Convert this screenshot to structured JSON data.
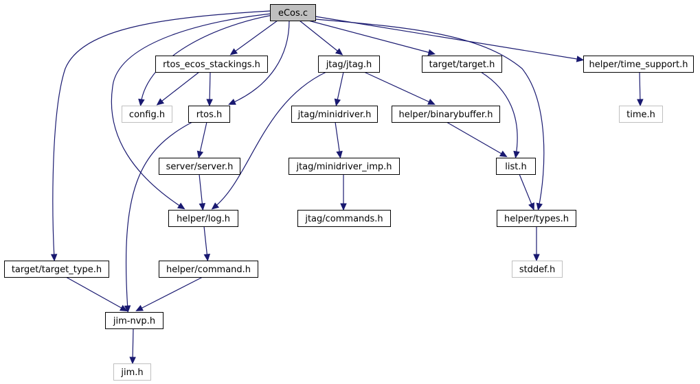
{
  "diagram": {
    "title": "eCos.c",
    "colors": {
      "edge": "#191970",
      "root_fill": "#bfbfbf",
      "node_border": "#000000",
      "external_border": "#bfbfbf",
      "background": "#ffffff"
    },
    "nodes": [
      {
        "id": "ecos_c",
        "label": "eCos.c",
        "kind": "root"
      },
      {
        "id": "rtos_ecos_stackings_h",
        "label": "rtos_ecos_stackings.h",
        "kind": "file"
      },
      {
        "id": "jtag_jtag_h",
        "label": "jtag/jtag.h",
        "kind": "file"
      },
      {
        "id": "target_target_h",
        "label": "target/target.h",
        "kind": "file"
      },
      {
        "id": "helper_time_support_h",
        "label": "helper/time_support.h",
        "kind": "file"
      },
      {
        "id": "config_h",
        "label": "config.h",
        "kind": "external"
      },
      {
        "id": "rtos_h",
        "label": "rtos.h",
        "kind": "file"
      },
      {
        "id": "jtag_minidriver_h",
        "label": "jtag/minidriver.h",
        "kind": "file"
      },
      {
        "id": "helper_binarybuffer_h",
        "label": "helper/binarybuffer.h",
        "kind": "file"
      },
      {
        "id": "time_h",
        "label": "time.h",
        "kind": "external"
      },
      {
        "id": "server_server_h",
        "label": "server/server.h",
        "kind": "file"
      },
      {
        "id": "jtag_minidriver_imp_h",
        "label": "jtag/minidriver_imp.h",
        "kind": "file"
      },
      {
        "id": "list_h",
        "label": "list.h",
        "kind": "file"
      },
      {
        "id": "helper_log_h",
        "label": "helper/log.h",
        "kind": "file"
      },
      {
        "id": "jtag_commands_h",
        "label": "jtag/commands.h",
        "kind": "file"
      },
      {
        "id": "helper_types_h",
        "label": "helper/types.h",
        "kind": "file"
      },
      {
        "id": "target_target_type_h",
        "label": "target/target_type.h",
        "kind": "file"
      },
      {
        "id": "helper_command_h",
        "label": "helper/command.h",
        "kind": "file"
      },
      {
        "id": "stddef_h",
        "label": "stddef.h",
        "kind": "external"
      },
      {
        "id": "jim_nvp_h",
        "label": "jim-nvp.h",
        "kind": "file"
      },
      {
        "id": "jim_h",
        "label": "jim.h",
        "kind": "external"
      }
    ],
    "edges": [
      {
        "from": "ecos_c",
        "to": "rtos_ecos_stackings_h"
      },
      {
        "from": "ecos_c",
        "to": "jtag_jtag_h"
      },
      {
        "from": "ecos_c",
        "to": "target_target_h"
      },
      {
        "from": "ecos_c",
        "to": "helper_time_support_h"
      },
      {
        "from": "ecos_c",
        "to": "config_h"
      },
      {
        "from": "ecos_c",
        "to": "rtos_h"
      },
      {
        "from": "ecos_c",
        "to": "helper_log_h"
      },
      {
        "from": "ecos_c",
        "to": "target_target_type_h"
      },
      {
        "from": "ecos_c",
        "to": "helper_types_h"
      },
      {
        "from": "rtos_ecos_stackings_h",
        "to": "config_h"
      },
      {
        "from": "rtos_ecos_stackings_h",
        "to": "rtos_h"
      },
      {
        "from": "rtos_h",
        "to": "server_server_h"
      },
      {
        "from": "rtos_h",
        "to": "jim_nvp_h"
      },
      {
        "from": "server_server_h",
        "to": "helper_log_h"
      },
      {
        "from": "helper_log_h",
        "to": "helper_command_h"
      },
      {
        "from": "helper_command_h",
        "to": "jim_nvp_h"
      },
      {
        "from": "target_target_type_h",
        "to": "jim_nvp_h"
      },
      {
        "from": "jim_nvp_h",
        "to": "jim_h"
      },
      {
        "from": "jtag_jtag_h",
        "to": "jtag_minidriver_h"
      },
      {
        "from": "jtag_jtag_h",
        "to": "helper_binarybuffer_h"
      },
      {
        "from": "jtag_jtag_h",
        "to": "helper_log_h"
      },
      {
        "from": "jtag_minidriver_h",
        "to": "jtag_minidriver_imp_h"
      },
      {
        "from": "jtag_minidriver_imp_h",
        "to": "jtag_commands_h"
      },
      {
        "from": "helper_binarybuffer_h",
        "to": "list_h"
      },
      {
        "from": "target_target_h",
        "to": "list_h"
      },
      {
        "from": "list_h",
        "to": "helper_types_h"
      },
      {
        "from": "helper_types_h",
        "to": "stddef_h"
      },
      {
        "from": "helper_time_support_h",
        "to": "time_h"
      }
    ]
  }
}
